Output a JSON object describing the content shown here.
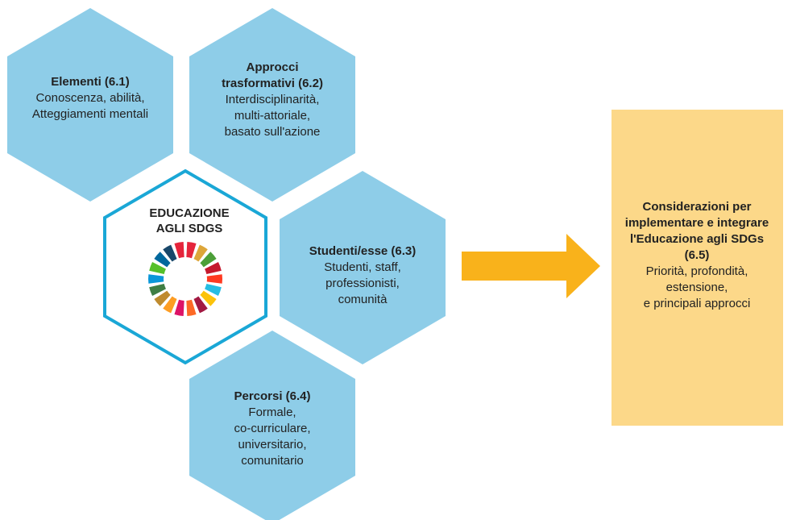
{
  "colors": {
    "hex_fill": "#8ecde8",
    "center_stroke": "#1aa7d6",
    "arrow": "#f9b21b",
    "box_fill": "#fcd889",
    "text": "#222222"
  },
  "center": {
    "title_line1": "EDUCAZIONE",
    "title_line2": "AGLI SDGS",
    "icon": "sdg-color-wheel",
    "wheel_colors": [
      "#e5243b",
      "#dda63a",
      "#4c9f38",
      "#c5192d",
      "#ff3a21",
      "#26bde2",
      "#fcc30b",
      "#a21942",
      "#fd6925",
      "#dd1367",
      "#fd9d24",
      "#bf8b2e",
      "#3f7e44",
      "#0a97d9",
      "#56c02b",
      "#00689d",
      "#19486a",
      "#e5243b"
    ]
  },
  "hexes": {
    "elementi": {
      "title": "Elementi (6.1)",
      "line1": "Conoscenza, abilità,",
      "line2": "Atteggiamenti mentali"
    },
    "approcci": {
      "title1": "Approcci",
      "title2": "trasformativi (6.2)",
      "line1": "Interdisciplinarità,",
      "line2": "multi-attoriale,",
      "line3": "basato sull'azione"
    },
    "studenti": {
      "title": "Studenti/esse (6.3)",
      "line1": "Studenti, staff,",
      "line2": "professionisti,",
      "line3": "comunità"
    },
    "percorsi": {
      "title": "Percorsi (6.4)",
      "line1": "Formale,",
      "line2": "co-curriculare,",
      "line3": "universitario,",
      "line4": "comunitario"
    }
  },
  "considerazioni": {
    "title1": "Considerazioni per",
    "title2": "implementare e integrare",
    "title3": "l'Educazione agli SDGs",
    "title4": "(6.5)",
    "line1": "Priorità, profondità,",
    "line2": "estensione,",
    "line3": "e principali approcci"
  }
}
